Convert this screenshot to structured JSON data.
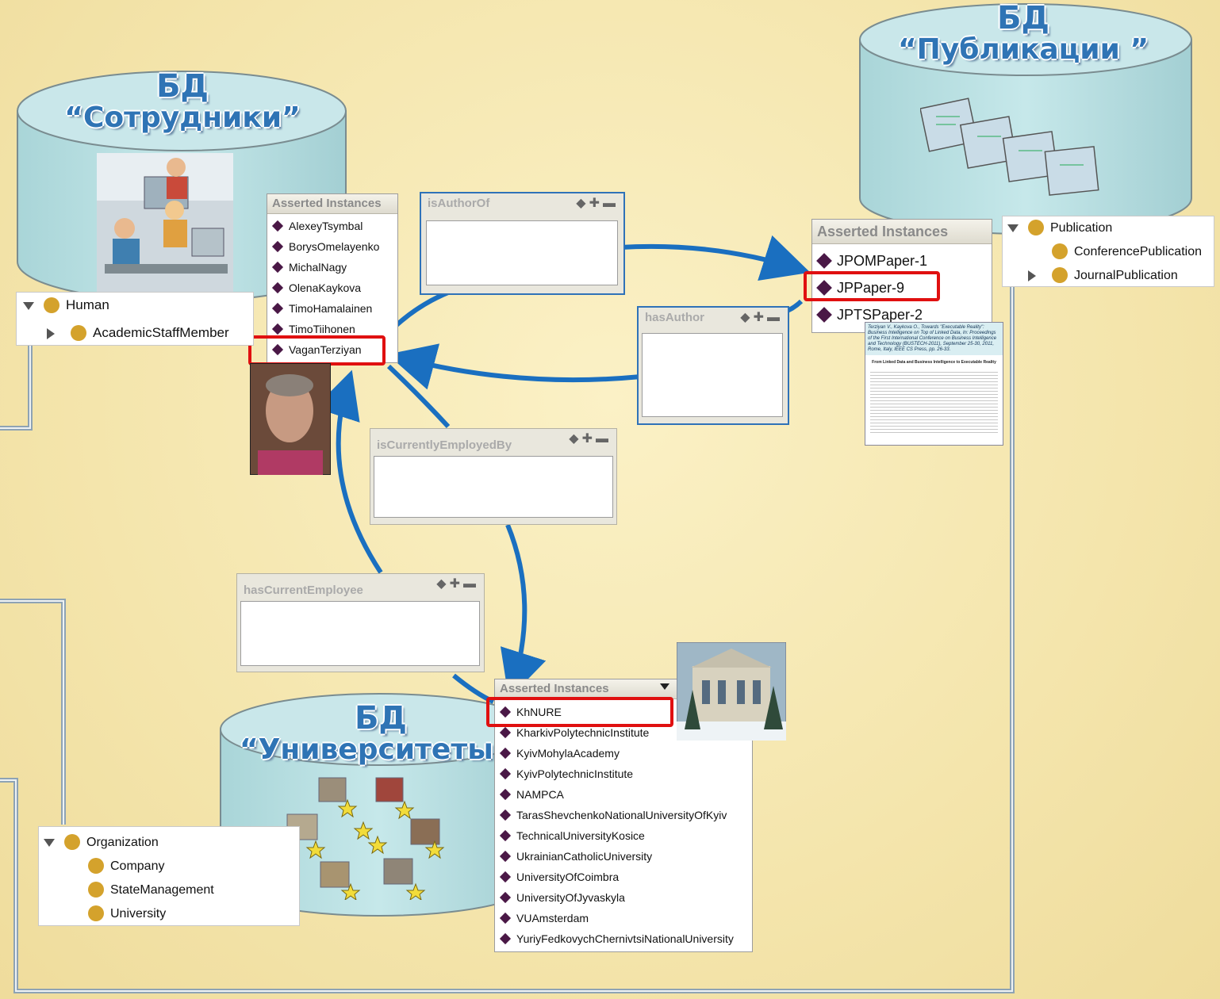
{
  "databases": {
    "staff": {
      "line1": "БД",
      "line2": "“Сотрудники”"
    },
    "publications": {
      "line1": "БД",
      "line2": "“Публикации ”"
    },
    "universities": {
      "line1": "БД",
      "line2": "“Университеты ”"
    }
  },
  "staff_instances": {
    "header": "Asserted Instances",
    "items": [
      "AlexeyTsymbal",
      "BorysOmelayenko",
      "MichalNagy",
      "OlenaKaykova",
      "TimoHamalainen",
      "TimoTiihonen",
      "VaganTerziyan"
    ]
  },
  "publication_instances": {
    "header": "Asserted Instances",
    "items": [
      "JPOMPaper-1",
      "JPPaper-9",
      "JPTSPaper-2"
    ]
  },
  "university_instances": {
    "header": "Asserted Instances",
    "items": [
      "KhNURE",
      "KharkivPolytechnicInstitute",
      "KyivMohylaAcademy",
      "KyivPolytechnicInstitute",
      "NAMPCA",
      "TarasShevchenkoNationalUniversityOfKyiv",
      "TechnicalUniversityKosice",
      "UkrainianCatholicUniversity",
      "UniversityOfCoimbra",
      "UniversityOfJyvaskyla",
      "VUAmsterdam",
      "YuriyFedkovychChernivtsiNationalUniversity"
    ]
  },
  "properties": {
    "isAuthorOf": "isAuthorOf",
    "hasAuthor": "hasAuthor",
    "isCurrentlyEmployedBy": "isCurrentlyEmployedBy",
    "hasCurrentEmployee": "hasCurrentEmployee"
  },
  "trees": {
    "human": {
      "root": "Human",
      "child": "AcademicStaffMember"
    },
    "publication": {
      "root": "Publication",
      "children": [
        "ConferencePublication",
        "JournalPublication"
      ]
    },
    "organization": {
      "root": "Organization",
      "children": [
        "Company",
        "StateManagement",
        "University"
      ]
    }
  },
  "paper_preview": {
    "citation": "Terziyan V., Kaykova O., Towards \"Executable Reality\": Business Intelligence on Top of Linked Data, In: Proceedings of the First International Conference on Business Intelligence and Technology (BUSTECH-2011), September 25-30, 2011, Rome, Italy, IEEE CS Press, pp. 26-33.",
    "heading": "From Linked Data and Business Intelligence to Executable Reality"
  },
  "colors": {
    "arrow": "#1a6fc0",
    "highlight": "#e01010",
    "cylinder": "#b5dde0",
    "instance": "#4a1846",
    "class": "#d4a22c",
    "connector": "#8ea3b4"
  }
}
